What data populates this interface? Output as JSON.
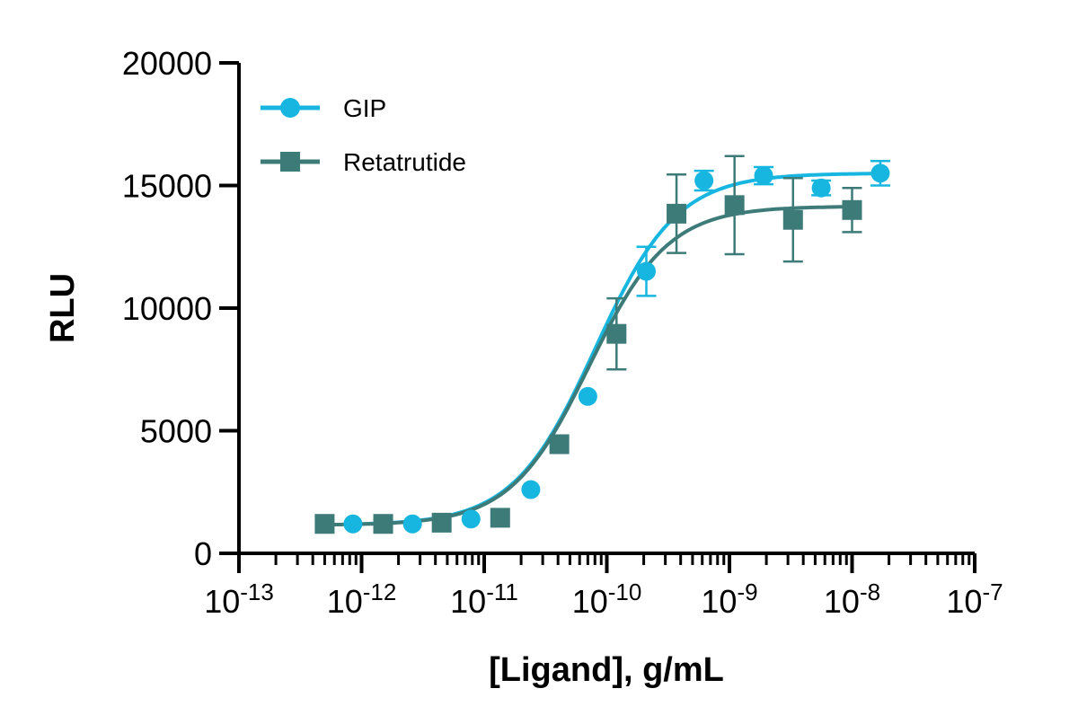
{
  "chart_data": {
    "type": "scatter",
    "xlabel": "[Ligand], g/mL",
    "ylabel": "RLU",
    "x_scale": "log10",
    "xlim": [
      1e-13,
      1e-07
    ],
    "ylim": [
      0,
      20000
    ],
    "x_tick_exponents": [
      -13,
      -12,
      -11,
      -10,
      -9,
      -8,
      -7
    ],
    "x_tick_base": "10",
    "y_ticks": [
      0,
      5000,
      10000,
      15000,
      20000
    ],
    "y_tick_labels": [
      "0",
      "5000",
      "10000",
      "15000",
      "20000"
    ],
    "legend_position": "top-left",
    "grid": false,
    "series": [
      {
        "name": "GIP",
        "color": "#17b6e0",
        "marker": "circle",
        "x": [
          8.5e-13,
          2.6e-12,
          7.8e-12,
          2.4e-11,
          7e-11,
          2.1e-10,
          6.2e-10,
          1.9e-09,
          5.6e-09,
          1.7e-08
        ],
        "y": [
          1200,
          1200,
          1400,
          2600,
          6400,
          11500,
          15200,
          15400,
          14900,
          15500
        ],
        "yerr": [
          0,
          0,
          0,
          0,
          0,
          1000,
          400,
          350,
          300,
          500
        ],
        "fit": {
          "bottom": 1150,
          "top": 15500,
          "ec50": 8e-11,
          "hill": 1.3
        }
      },
      {
        "name": "Retatrutide",
        "color": "#3d7b79",
        "marker": "square",
        "x": [
          5e-13,
          1.5e-12,
          4.5e-12,
          1.35e-11,
          4.1e-11,
          1.2e-10,
          3.7e-10,
          1.1e-09,
          3.3e-09,
          1e-08
        ],
        "y": [
          1200,
          1200,
          1250,
          1450,
          4450,
          8950,
          13850,
          14200,
          13600,
          14000
        ],
        "yerr": [
          0,
          0,
          0,
          0,
          0,
          1450,
          1600,
          2000,
          1700,
          900
        ],
        "fit": {
          "bottom": 1150,
          "top": 14150,
          "ec50": 7.2e-11,
          "hill": 1.35
        }
      }
    ]
  }
}
